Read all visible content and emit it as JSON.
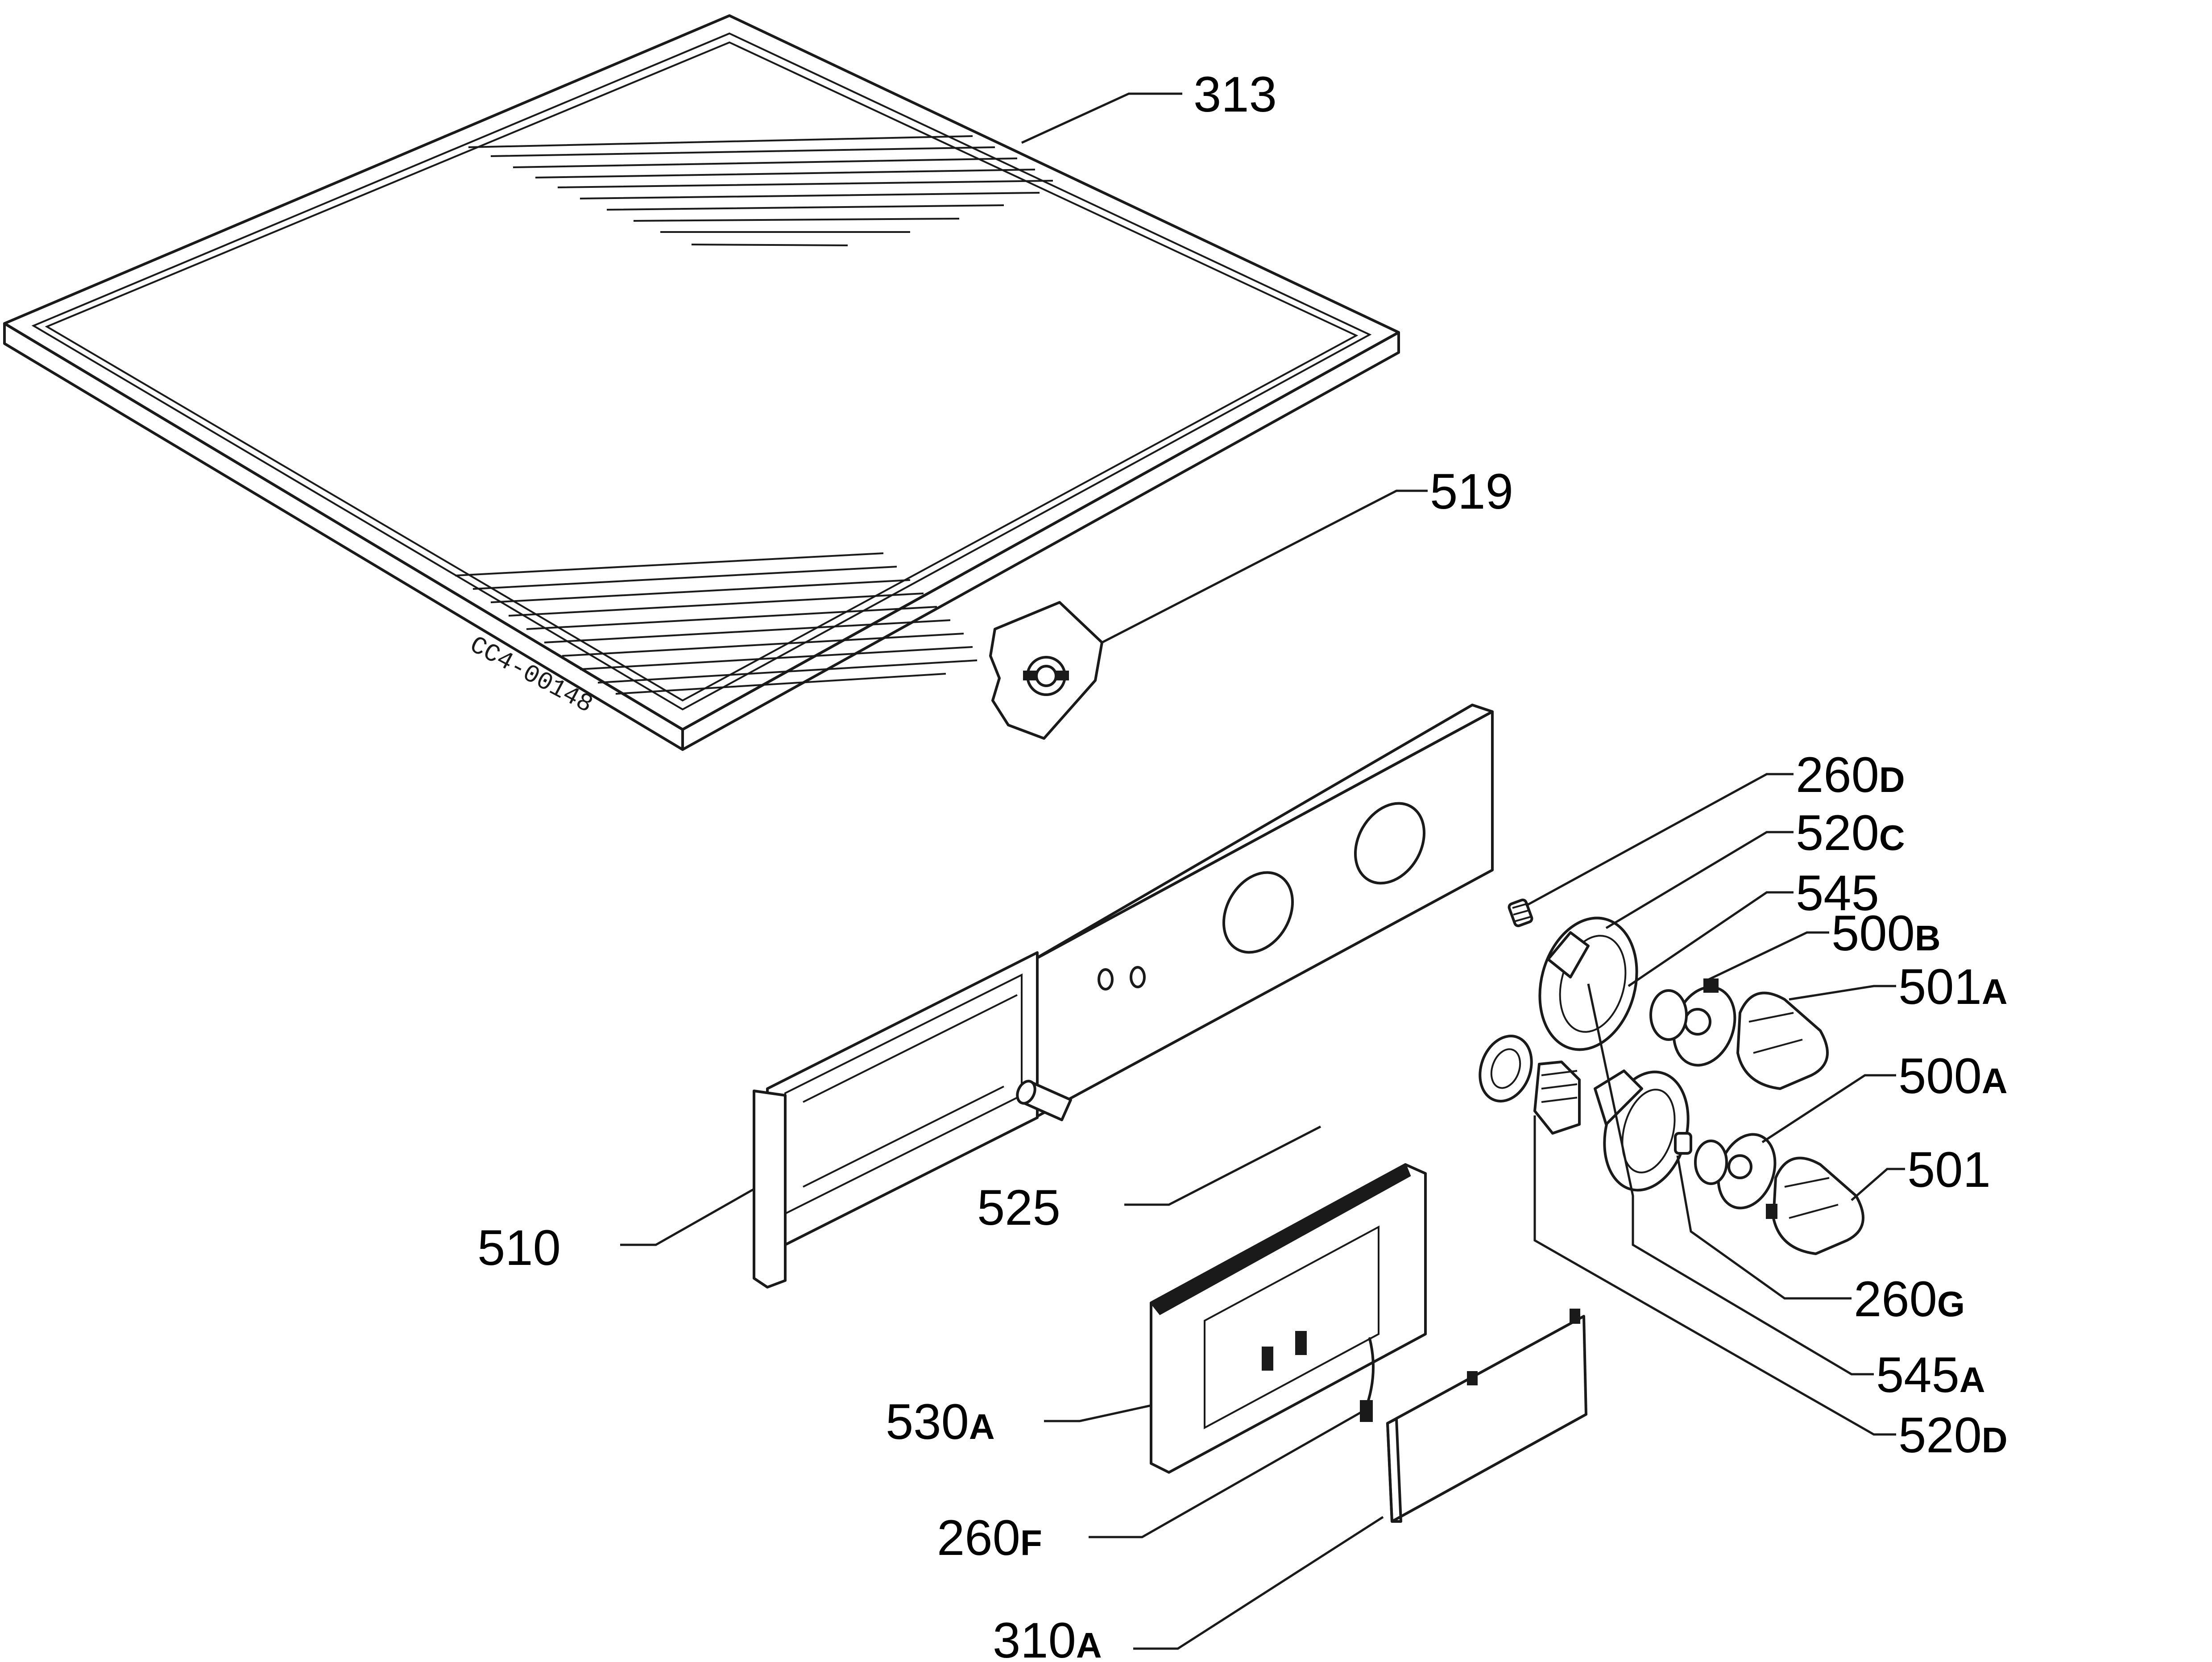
{
  "drawing_code": "CC4-00148",
  "labels": {
    "p313": {
      "num": "313",
      "suffix": ""
    },
    "p519": {
      "num": "519",
      "suffix": ""
    },
    "p260d": {
      "num": "260",
      "suffix": "D"
    },
    "p520c": {
      "num": "520",
      "suffix": "C"
    },
    "p545": {
      "num": "545",
      "suffix": ""
    },
    "p500b": {
      "num": "500",
      "suffix": "B"
    },
    "p501a": {
      "num": "501",
      "suffix": "A"
    },
    "p500a": {
      "num": "500",
      "suffix": "A"
    },
    "p501": {
      "num": "501",
      "suffix": ""
    },
    "p525": {
      "num": "525",
      "suffix": ""
    },
    "p510": {
      "num": "510",
      "suffix": ""
    },
    "p260g": {
      "num": "260",
      "suffix": "G"
    },
    "p545a": {
      "num": "545",
      "suffix": "A"
    },
    "p520d": {
      "num": "520",
      "suffix": "D"
    },
    "p530a": {
      "num": "530",
      "suffix": "A"
    },
    "p260f": {
      "num": "260",
      "suffix": "F"
    },
    "p310a": {
      "num": "310",
      "suffix": "A"
    }
  }
}
